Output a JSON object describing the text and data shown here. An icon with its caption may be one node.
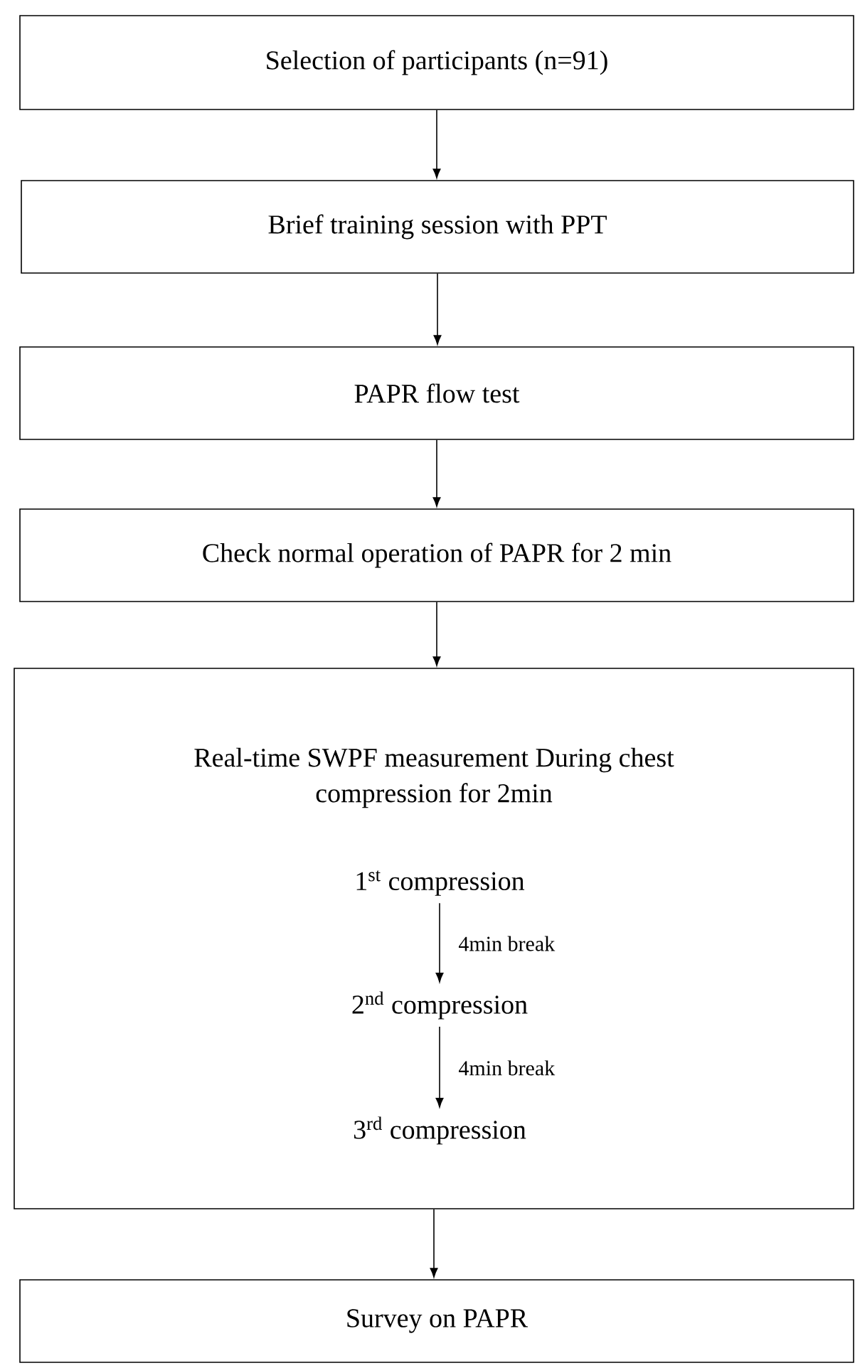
{
  "diagram": {
    "nodes": [
      {
        "text": [
          "Selection of participants (n=91)"
        ]
      },
      {
        "text": [
          "Brief training session with PPT"
        ]
      },
      {
        "text": [
          "PAPR flow test"
        ]
      },
      {
        "text": [
          "Check normal operation of  PAPR for 2 min"
        ]
      },
      {
        "text": [
          "Real-time SWPF measurement During chest compression for 2min"
        ]
      },
      {
        "text": [
          "1$^{st}$ compression"
        ],
        "in": 4
      },
      {
        "text": [
          "2$^{nd}$ compression"
        ],
        "in": 4
      },
      {
        "text": [
          "3$^{rd}$ compression"
        ],
        "in": 4
      },
      {
        "text": [
          "Survey on PAPR"
        ]
      }
    ],
    "edges": [
      {
        "from": 0,
        "to": 1,
        "arrow": "to"
      },
      {
        "from": 1,
        "to": 2,
        "arrow": "to"
      },
      {
        "from": 2,
        "to": 3,
        "arrow": "to"
      },
      {
        "from": 3,
        "to": 4,
        "arrow": "to"
      },
      {
        "from": 5,
        "to": 6,
        "arrow": "to",
        "label": "4min break"
      },
      {
        "from": 6,
        "to": 7,
        "arrow": "to",
        "label": "4min break"
      },
      {
        "from": 4,
        "to": 8,
        "arrow": "to"
      }
    ]
  }
}
